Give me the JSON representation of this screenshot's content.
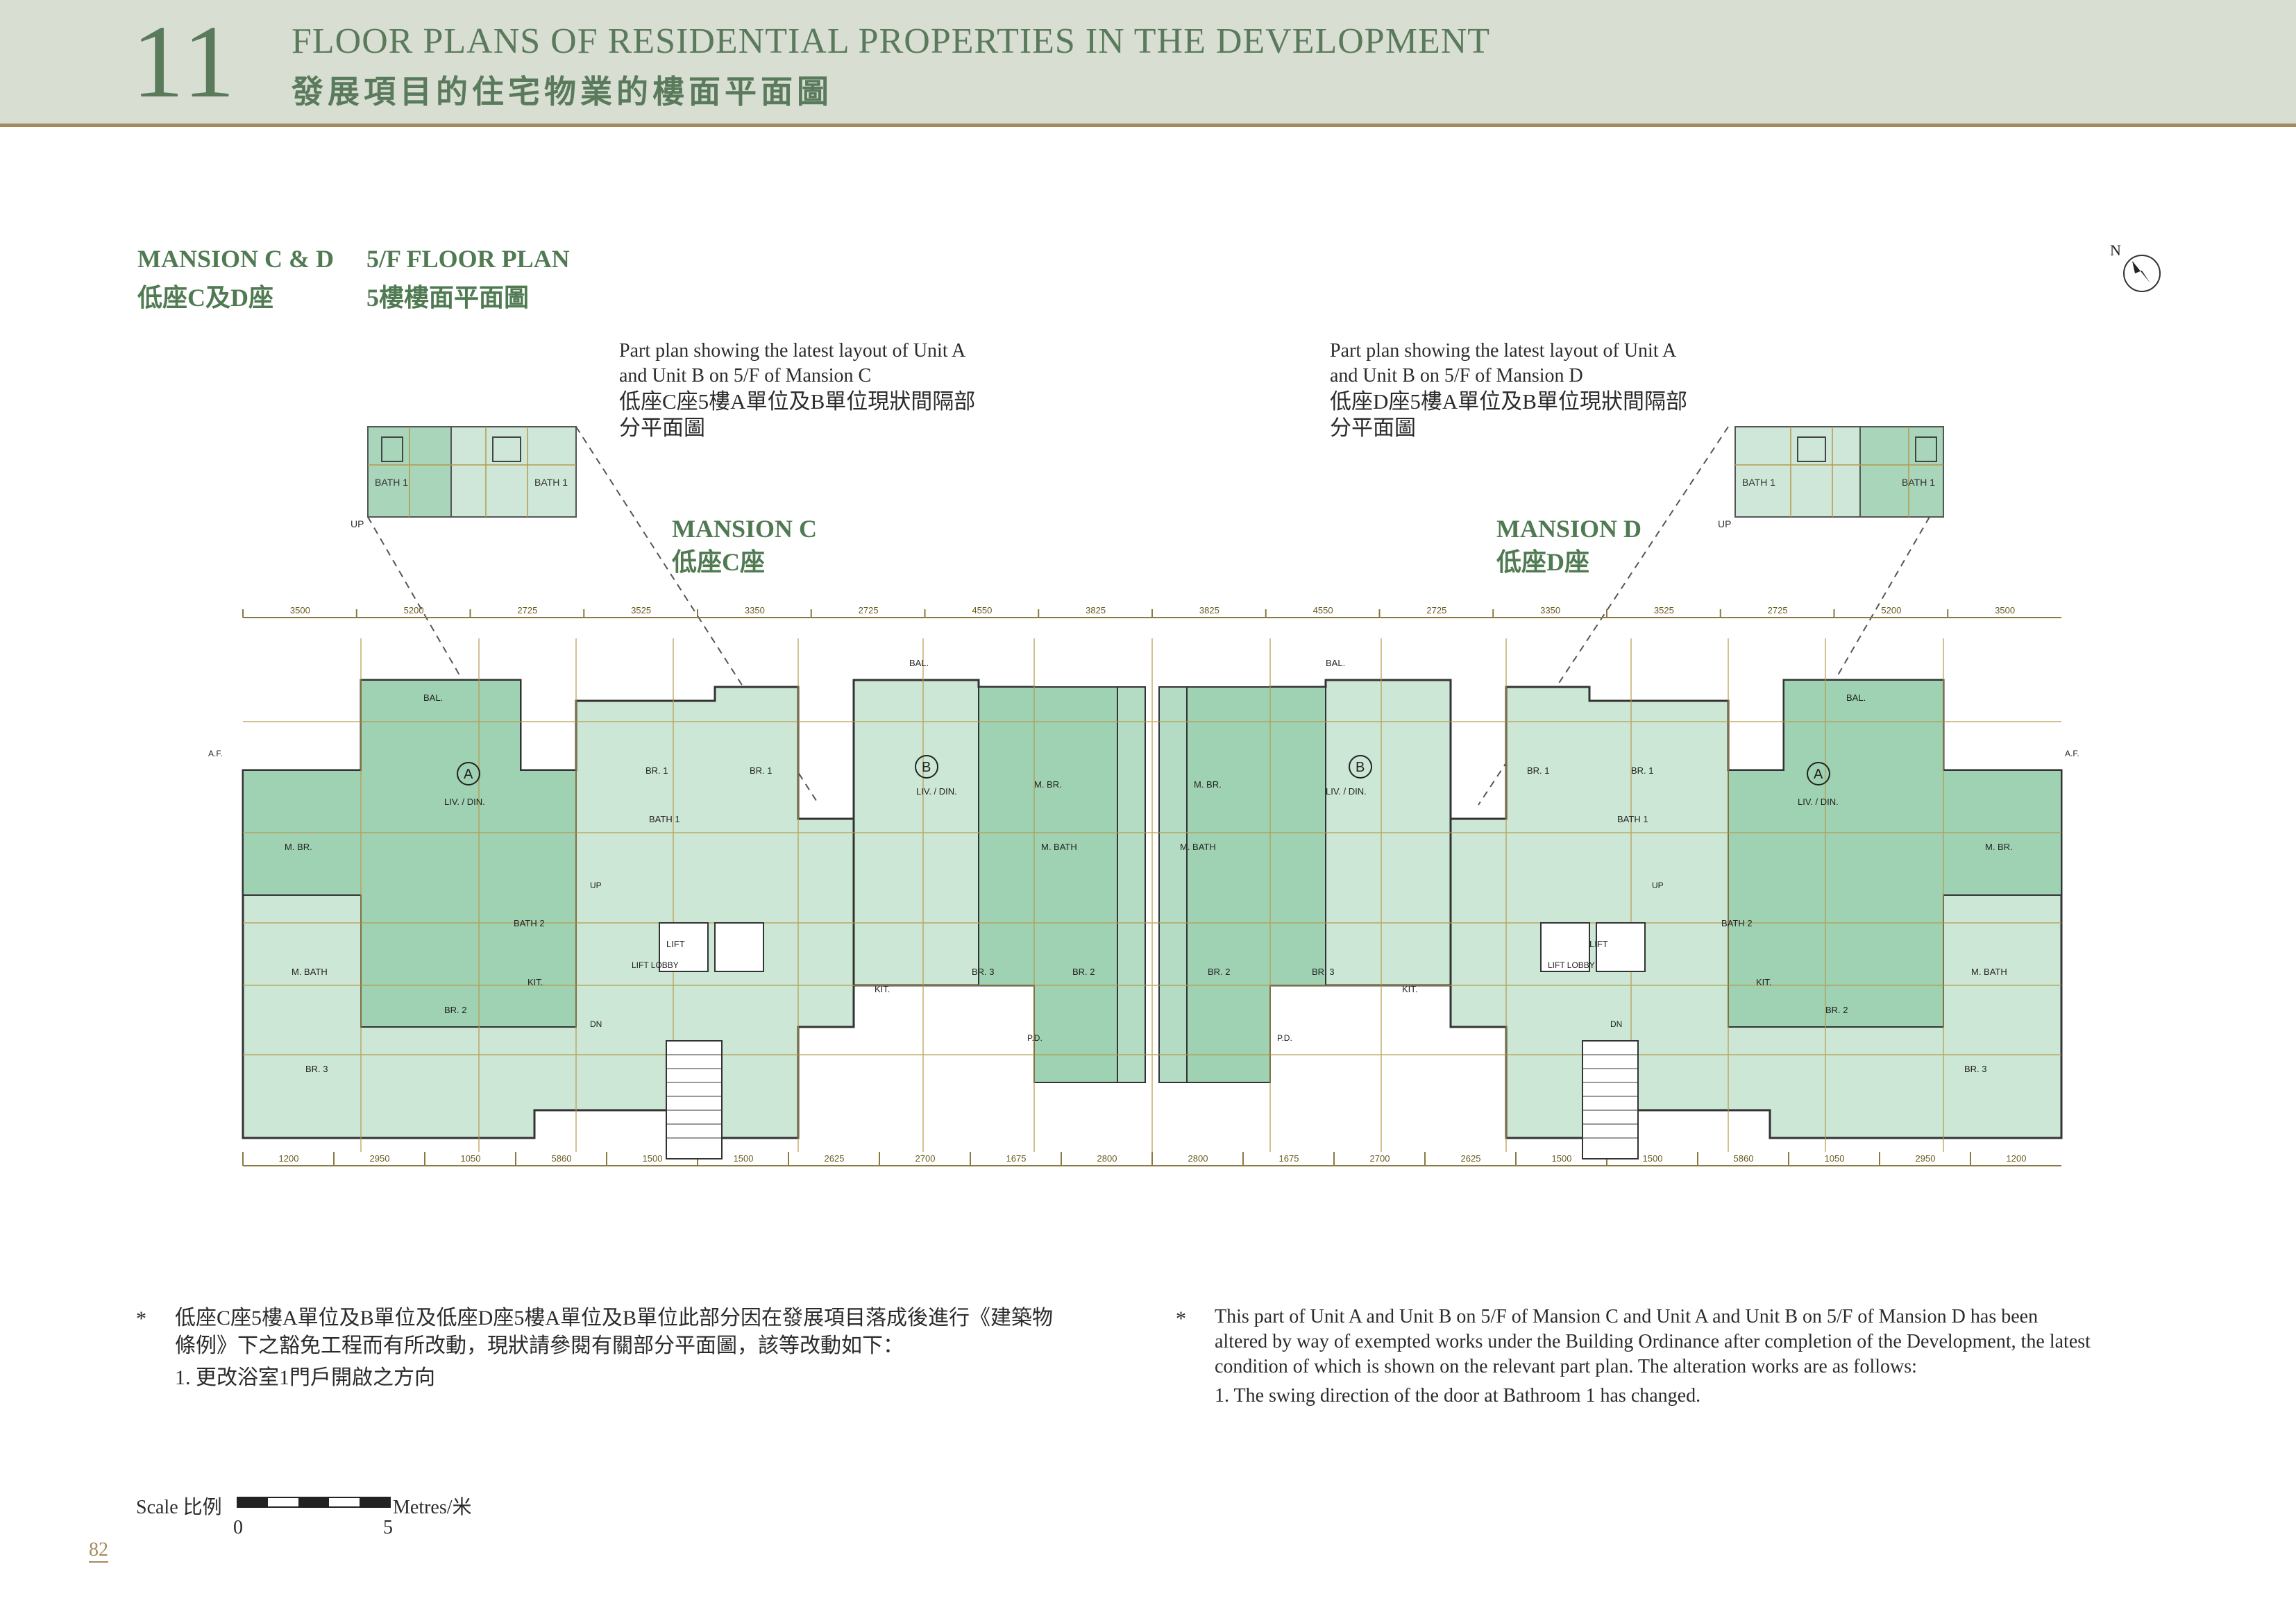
{
  "header": {
    "chapter_number": "11",
    "title_en": "FLOOR PLANS OF RESIDENTIAL PROPERTIES IN THE DEVELOPMENT",
    "title_zh": "發展項目的住宅物業的樓面平面圖"
  },
  "plan_title": {
    "block_en": "MANSION C & D",
    "block_zh": "低座C及D座",
    "floor_en": "5/F FLOOR PLAN",
    "floor_zh": "5樓樓面平面圖"
  },
  "north_label": "N",
  "part_plan_c": {
    "line1": "Part plan showing the latest layout of Unit A",
    "line2": "and Unit B on 5/F of Mansion C",
    "zh1": "低座C座5樓A單位及B單位現狀間隔部",
    "zh2": "分平面圖"
  },
  "part_plan_d": {
    "line1": "Part plan showing the latest layout of Unit A",
    "line2": "and Unit B on 5/F of Mansion D",
    "zh1": "低座D座5樓A單位及B單位現狀間隔部",
    "zh2": "分平面圖"
  },
  "mansion_c": {
    "en": "MANSION C",
    "zh": "低座C座"
  },
  "mansion_d": {
    "en": "MANSION D",
    "zh": "低座D座"
  },
  "plan_labels": {
    "unit_a": "A",
    "unit_b": "B",
    "liv_din": "LIV. / DIN.",
    "m_br": "M. BR.",
    "br1": "BR. 1",
    "br2": "BR. 2",
    "br3": "BR. 3",
    "kit": "KIT.",
    "bal": "BAL.",
    "m_bath": "M. BATH",
    "bath1": "BATH 1",
    "bath2": "BATH 2",
    "lift": "LIFT",
    "lift_lobby": "LIFT LOBBY",
    "up": "UP",
    "dn": "DN",
    "pd": "P.D.",
    "af": "A.F."
  },
  "top_dims": [
    "3500",
    "5200",
    "2725",
    "3525",
    "3350",
    "2725",
    "4550",
    "3825",
    "3825",
    "4550",
    "2725",
    "3350",
    "3525",
    "2725",
    "5200",
    "3500"
  ],
  "bottom_dims": [
    "1200",
    "2950",
    "1050",
    "5860",
    "1500",
    "1500",
    "2625",
    "2700",
    "1675",
    "2800",
    "2800",
    "1675",
    "2700",
    "2625",
    "1500",
    "1500",
    "5860",
    "1050",
    "2950",
    "1200"
  ],
  "notes_zh": {
    "mark": "*",
    "line1": "低座C座5樓A單位及B單位及低座D座5樓A單位及B單位此部分因在發展項目落成後進行《建築物",
    "line2": "條例》下之豁免工程而有所改動，現狀請參閱有關部分平面圖，該等改動如下：",
    "item1": "1. 更改浴室1門戶開啟之方向"
  },
  "notes_en": {
    "mark": "*",
    "line1": "This part of Unit A and Unit B on 5/F of Mansion C and Unit A and Unit B on 5/F of Mansion D has been",
    "line2": "altered by way of exempted works under the Building Ordinance after completion of the Development, the latest",
    "line3": "condition of which is shown on the relevant part plan. The alteration works are as follows:",
    "item1": "1. The swing direction of the door at Bathroom 1 has changed."
  },
  "scale": {
    "label": "Scale 比例",
    "unit": "Metres/米",
    "zero": "0",
    "five": "5"
  },
  "page_number": "82"
}
